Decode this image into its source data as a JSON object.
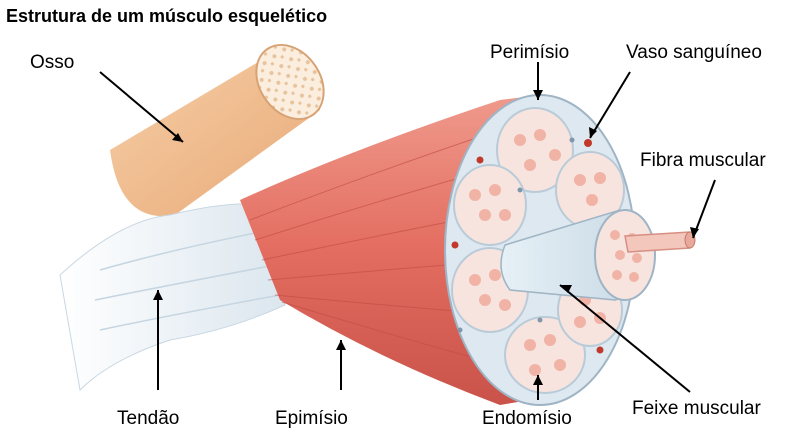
{
  "title": "Estrutura de um músculo esquelético",
  "labels": {
    "osso": "Osso",
    "perimisio": "Perimísio",
    "vaso_sanguineo": "Vaso sanguíneo",
    "fibra_muscular": "Fibra muscular",
    "tendao": "Tendão",
    "epimisio": "Epimísio",
    "endomisio": "Endomísio",
    "feixe_muscular": "Feixe muscular"
  },
  "colors": {
    "muscle": "#e87a6e",
    "muscle_dark": "#c9524a",
    "bone": "#f3c39a",
    "tendon": "#eef4f8",
    "fascicle": "#f7e4de",
    "fiber_dot": "#f0b3a6",
    "connective": "#dde8f0",
    "vessel": "#c0392b"
  }
}
